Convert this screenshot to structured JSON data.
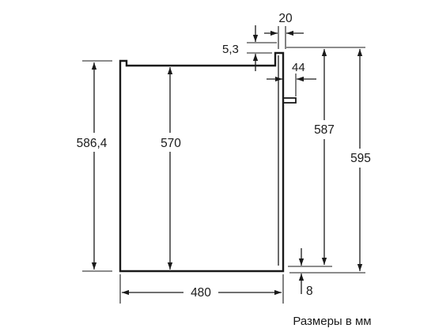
{
  "dimensions": {
    "width_top": "20",
    "door_gap": "5,3",
    "depth_handle": "44",
    "height_left": "586,4",
    "height_inner": "570",
    "height_front": "587",
    "height_total": "595",
    "width_bottom": "480",
    "bottom_offset": "8"
  },
  "caption": "Размеры в мм",
  "colors": {
    "line": "#1a1a1a",
    "background": "#ffffff"
  }
}
